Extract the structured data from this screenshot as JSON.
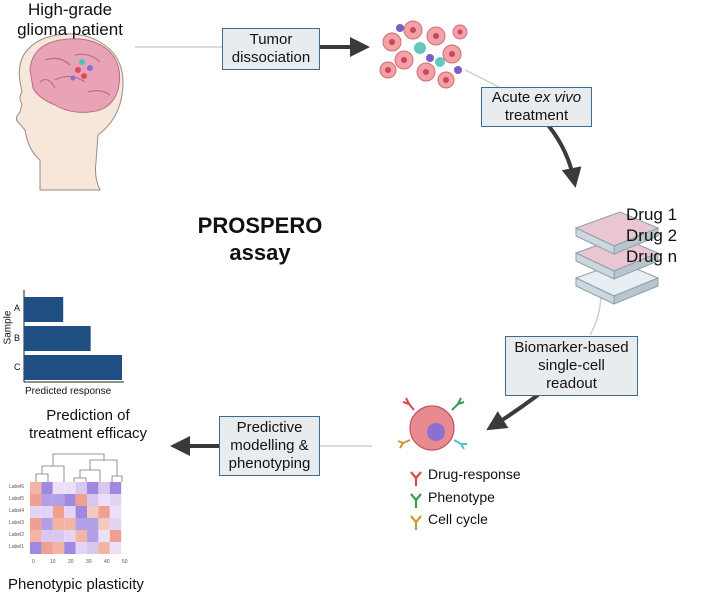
{
  "patient_title": {
    "line1": "High-grade",
    "line2": "glioma patient"
  },
  "steps": {
    "dissociation": {
      "line1": "Tumor",
      "line2": "dissociation"
    },
    "treatment": {
      "line1_pre": "Acute ",
      "line1_italic": "ex vivo",
      "line2": "treatment"
    },
    "readout": {
      "line1": "Biomarker-based",
      "line2": "single-cell",
      "line3": "readout"
    },
    "modelling": {
      "line1": "Predictive",
      "line2": "modelling &",
      "line3": "phenotyping"
    }
  },
  "drugs": [
    "Drug 1",
    "Drug 2",
    "Drug n"
  ],
  "center_title": {
    "line1": "PROSPERO",
    "line2": "assay"
  },
  "legend": [
    {
      "label": "Drug-response",
      "color": "#d9474b"
    },
    {
      "label": "Phenotype",
      "color": "#3a9a4f"
    },
    {
      "label": "Cell cycle",
      "color": "#c89a2e"
    }
  ],
  "bar_chart": {
    "ylabel": "Sample",
    "xlabel": "Predicted response",
    "categories": [
      "A",
      "B",
      "C"
    ],
    "values": [
      0.4,
      0.68,
      1.0
    ],
    "color": "#1f4e82"
  },
  "efficacy_title": {
    "line1": "Prediction of",
    "line2": "treatment efficacy"
  },
  "plasticity_title": "Phenotypic plasticity",
  "heatmap_row_labels": [
    "Label6",
    "Label5",
    "Label4",
    "Label3",
    "Label2",
    "Label1"
  ],
  "heatmap_col_labels": [
    "0",
    "10",
    "20",
    "30",
    "40",
    "50"
  ],
  "colors": {
    "accent_border": "#3d6b8f",
    "arrow": "#3a3a3a",
    "bar": "#1f4e82"
  }
}
